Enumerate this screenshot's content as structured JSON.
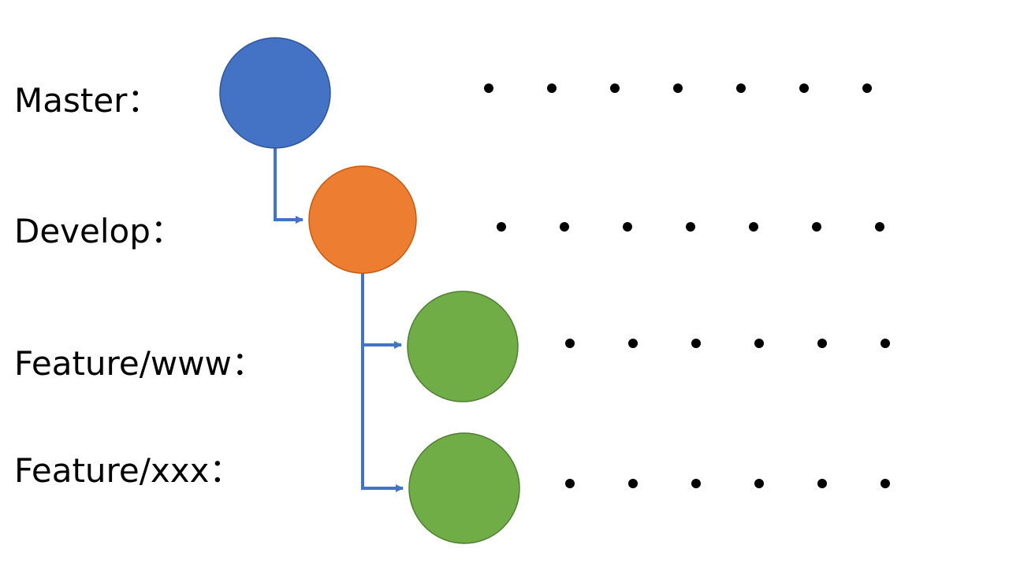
{
  "colors": {
    "master": "#4472C4",
    "develop": "#ED7D31",
    "feature": "#70AD47",
    "connector": "#4472C4",
    "dots": "#000000"
  },
  "branches": [
    {
      "label": "Master：",
      "color_key": "master",
      "dots": 7
    },
    {
      "label": "Develop：",
      "color_key": "develop",
      "dots": 7
    },
    {
      "label": "Feature/www：",
      "color_key": "feature",
      "dots": 6
    },
    {
      "label": "Feature/xxx：",
      "color_key": "feature",
      "dots": 6
    }
  ]
}
